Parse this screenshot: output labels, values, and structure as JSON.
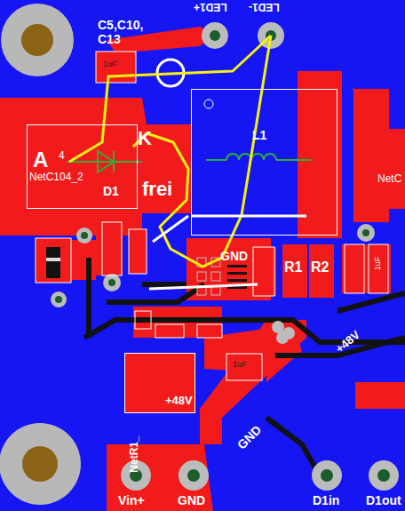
{
  "diagram": {
    "nodes": [
      {
        "text": [
          "4",
          "NetC104_2"
        ]
      },
      {
        "text": [
          "L1"
        ]
      },
      {
        "text": [
          "R1"
        ]
      },
      {
        "text": [
          "R2"
        ]
      },
      {
        "text": [
          "+48V"
        ]
      }
    ],
    "labels": [
      "C5,C10, C13",
      "LED1+",
      "LED1-",
      "A",
      "K",
      "D1",
      "frei",
      "GND",
      "+48V",
      "GND",
      "NetR1_",
      "Vin+",
      "GND",
      "D1in",
      "D1out",
      "NetC",
      "1uF",
      "1uF",
      "1uF"
    ]
  }
}
